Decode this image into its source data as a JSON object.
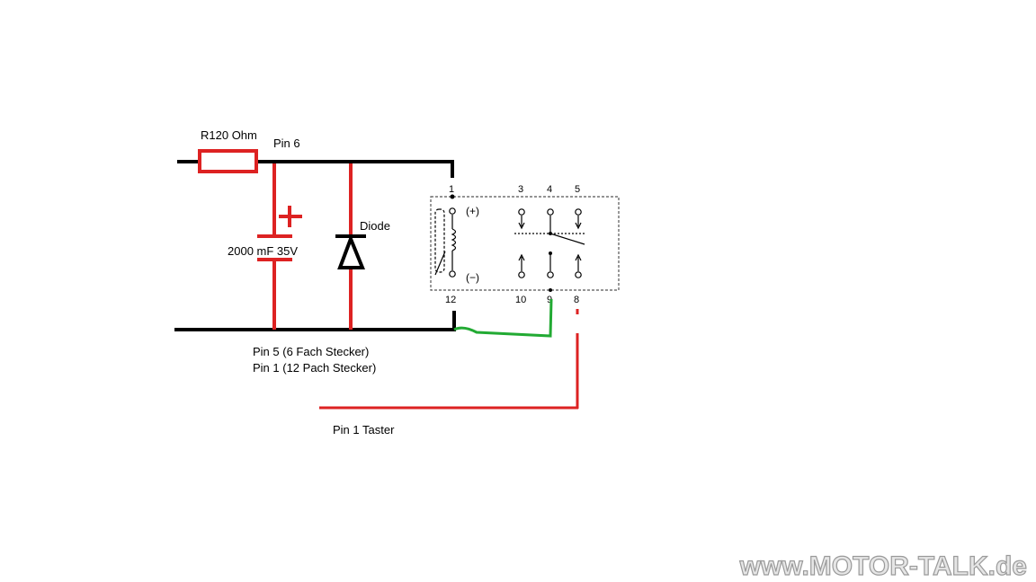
{
  "labels": {
    "resistor": "R120 Ohm",
    "pin6": "Pin 6",
    "diode": "Diode",
    "capacitor": "2000 mF 35V",
    "pin5": "Pin 5 (6 Fach Stecker)",
    "pin1": "Pin 1 (12 Pach Stecker)",
    "taster": "Pin 1 Taster"
  },
  "relay": {
    "pins_top": [
      "1",
      "3",
      "4",
      "5"
    ],
    "pins_bottom": [
      "12",
      "10",
      "9",
      "8"
    ],
    "plus": "(+)",
    "minus": "(−)"
  },
  "watermark": "www.MOTOR-TALK.de",
  "colors": {
    "wire_black": "#000000",
    "wire_red": "#dd2222",
    "wire_green": "#22aa33"
  }
}
